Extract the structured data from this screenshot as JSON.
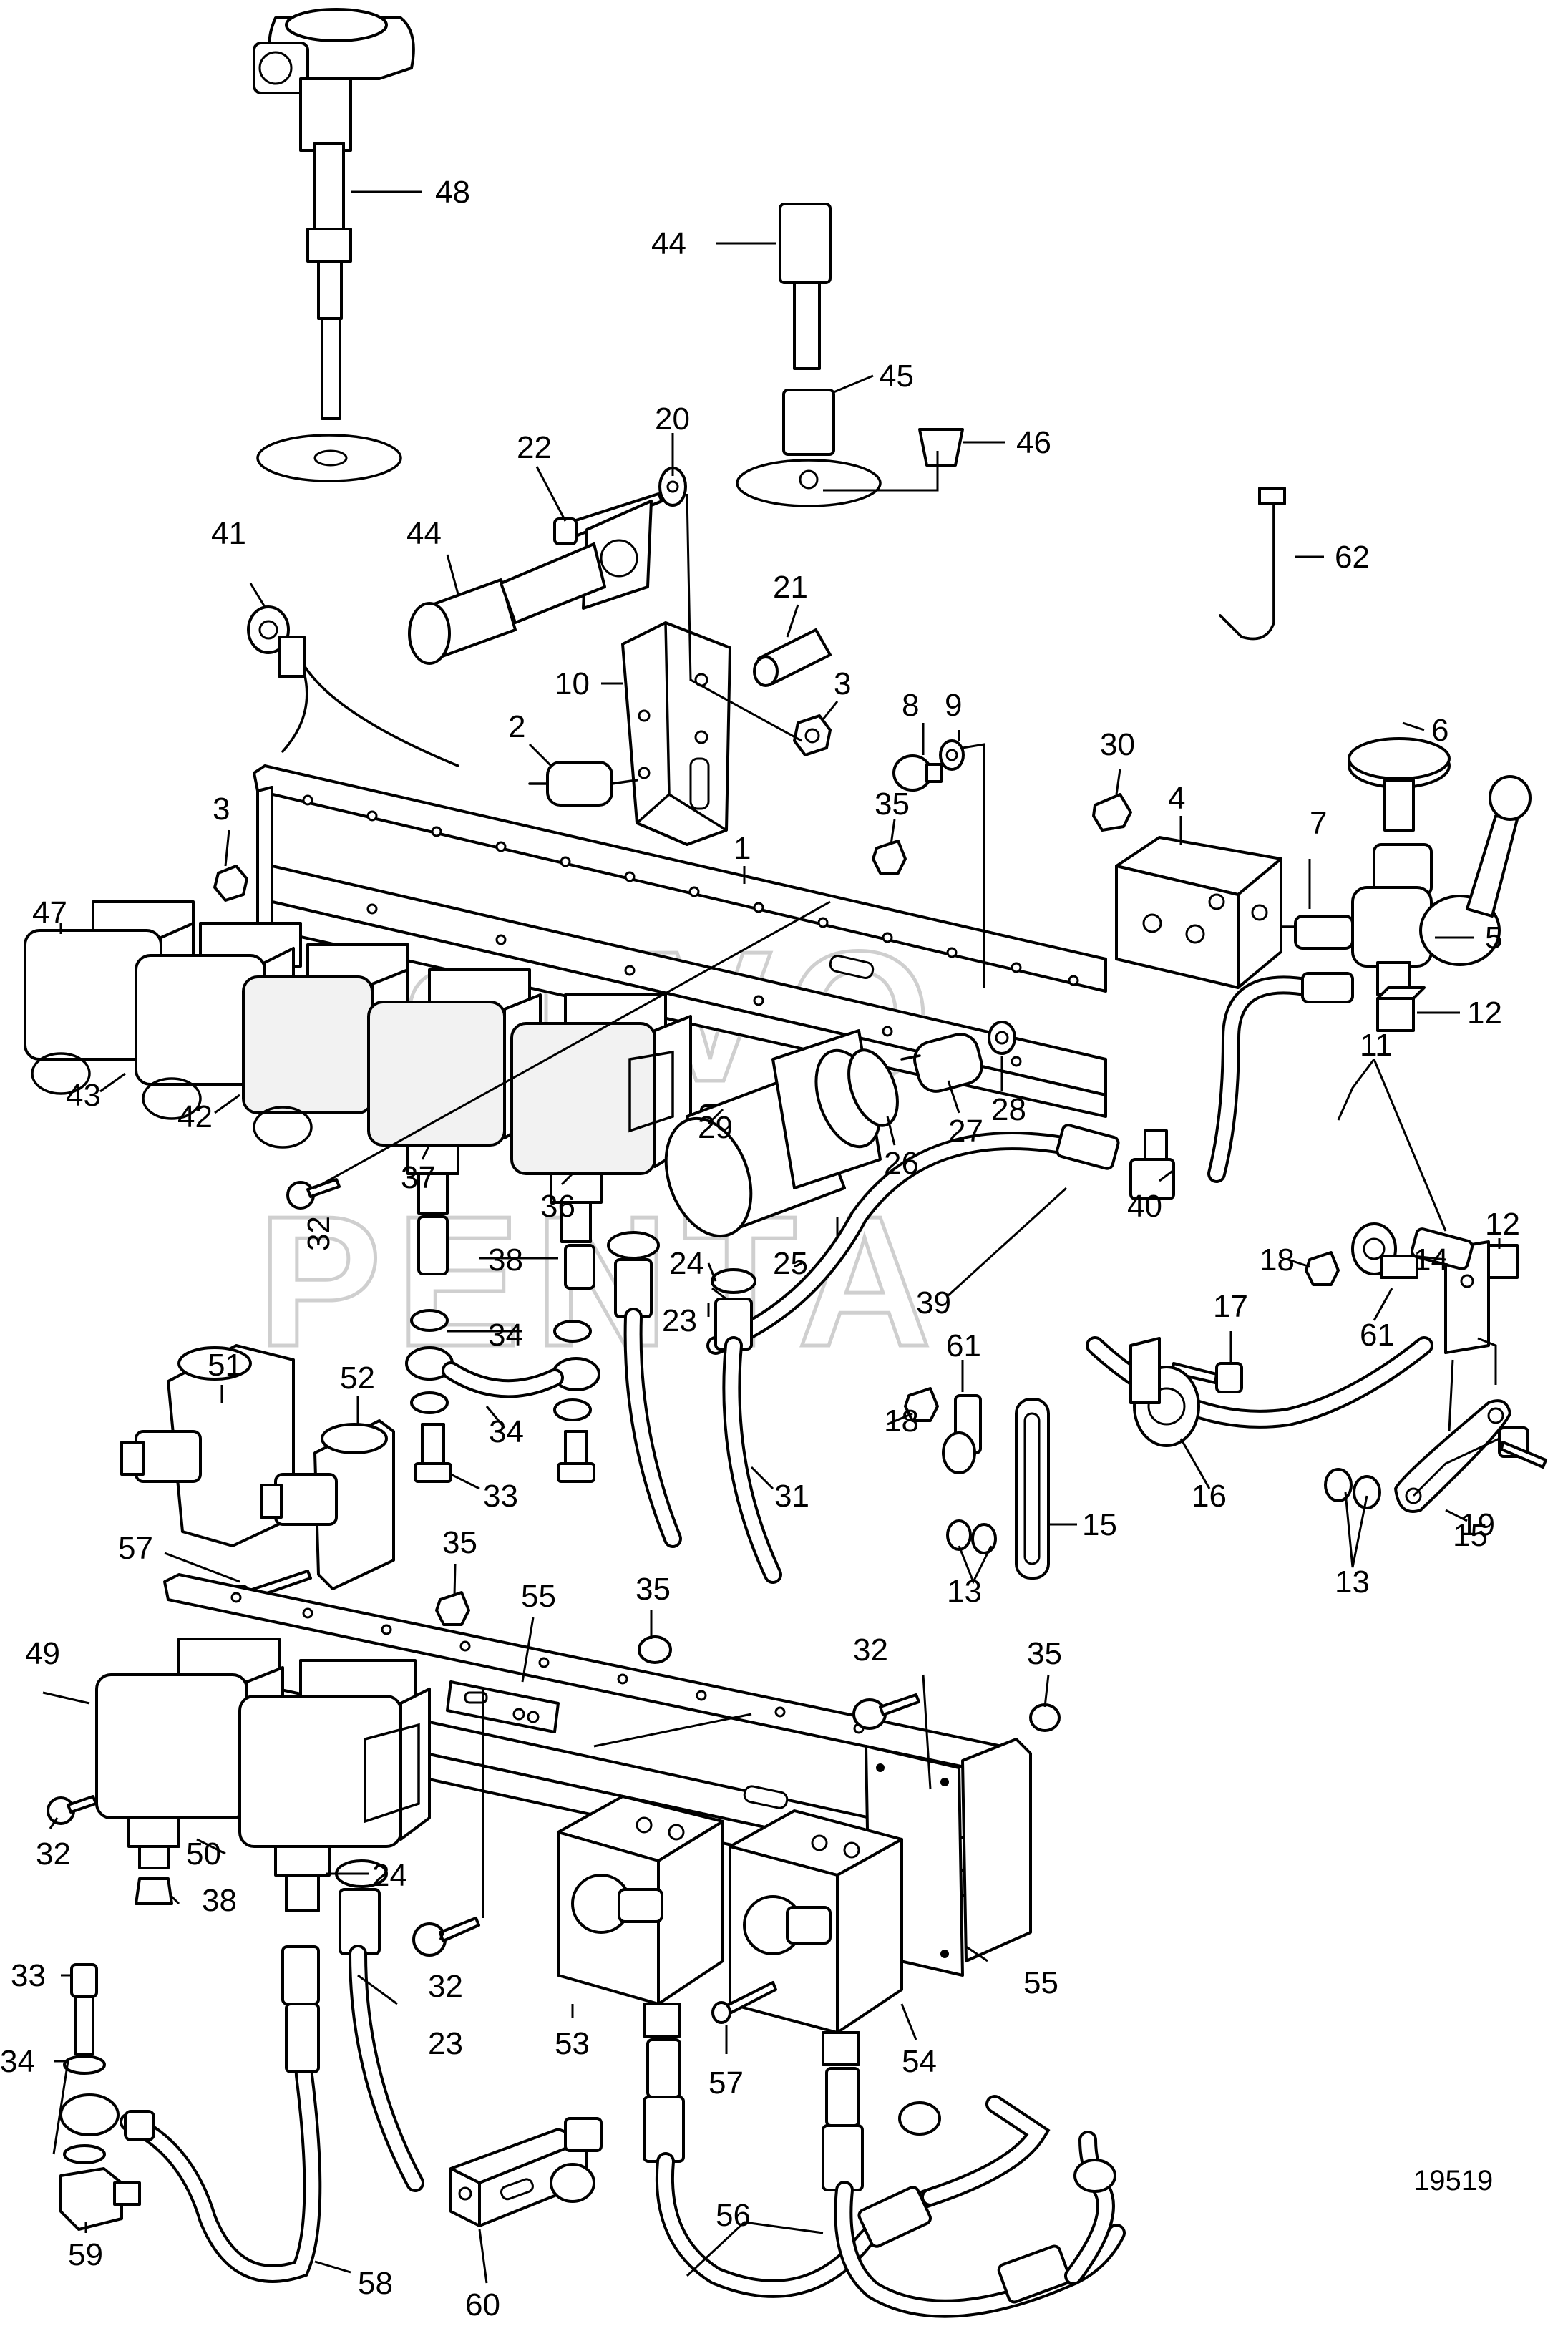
{
  "drawing_number": "19519",
  "watermark": [
    "VOLVO",
    "PENTA"
  ],
  "labels": [
    {
      "id": "48",
      "text": "48"
    },
    {
      "id": "44a",
      "text": "44"
    },
    {
      "id": "45",
      "text": "45"
    },
    {
      "id": "46",
      "text": "46"
    },
    {
      "id": "20",
      "text": "20"
    },
    {
      "id": "22",
      "text": "22"
    },
    {
      "id": "44b",
      "text": "44"
    },
    {
      "id": "41",
      "text": "41"
    },
    {
      "id": "21",
      "text": "21"
    },
    {
      "id": "62",
      "text": "62"
    },
    {
      "id": "10",
      "text": "10"
    },
    {
      "id": "3a",
      "text": "3"
    },
    {
      "id": "8",
      "text": "8"
    },
    {
      "id": "9",
      "text": "9"
    },
    {
      "id": "2",
      "text": "2"
    },
    {
      "id": "30",
      "text": "30"
    },
    {
      "id": "6",
      "text": "6"
    },
    {
      "id": "35a",
      "text": "35"
    },
    {
      "id": "4",
      "text": "4"
    },
    {
      "id": "7",
      "text": "7"
    },
    {
      "id": "3b",
      "text": "3"
    },
    {
      "id": "1",
      "text": "1"
    },
    {
      "id": "5",
      "text": "5"
    },
    {
      "id": "47",
      "text": "47"
    },
    {
      "id": "12a",
      "text": "12"
    },
    {
      "id": "11",
      "text": "11"
    },
    {
      "id": "43",
      "text": "43"
    },
    {
      "id": "42",
      "text": "42"
    },
    {
      "id": "29",
      "text": "29"
    },
    {
      "id": "28",
      "text": "28"
    },
    {
      "id": "27",
      "text": "27"
    },
    {
      "id": "26",
      "text": "26"
    },
    {
      "id": "37",
      "text": "37"
    },
    {
      "id": "36",
      "text": "36"
    },
    {
      "id": "32a",
      "text": "32"
    },
    {
      "id": "40",
      "text": "40"
    },
    {
      "id": "18a",
      "text": "18"
    },
    {
      "id": "12b",
      "text": "12"
    },
    {
      "id": "24a",
      "text": "24"
    },
    {
      "id": "25",
      "text": "25"
    },
    {
      "id": "38a",
      "text": "38"
    },
    {
      "id": "61a",
      "text": "61"
    },
    {
      "id": "14",
      "text": "14"
    },
    {
      "id": "23a",
      "text": "23"
    },
    {
      "id": "39",
      "text": "39"
    },
    {
      "id": "17",
      "text": "17"
    },
    {
      "id": "34a",
      "text": "34"
    },
    {
      "id": "61b",
      "text": "61"
    },
    {
      "id": "51",
      "text": "51"
    },
    {
      "id": "52",
      "text": "52"
    },
    {
      "id": "34b",
      "text": "34"
    },
    {
      "id": "18b",
      "text": "18"
    },
    {
      "id": "16",
      "text": "16"
    },
    {
      "id": "33a",
      "text": "33"
    },
    {
      "id": "31",
      "text": "31"
    },
    {
      "id": "19",
      "text": "19"
    },
    {
      "id": "13a",
      "text": "13"
    },
    {
      "id": "15a",
      "text": "15"
    },
    {
      "id": "15b",
      "text": "15"
    },
    {
      "id": "57a",
      "text": "57"
    },
    {
      "id": "35b",
      "text": "35"
    },
    {
      "id": "13b",
      "text": "13"
    },
    {
      "id": "55a",
      "text": "55"
    },
    {
      "id": "35c",
      "text": "35"
    },
    {
      "id": "49",
      "text": "49"
    },
    {
      "id": "32b",
      "text": "32"
    },
    {
      "id": "35d",
      "text": "35"
    },
    {
      "id": "32c",
      "text": "32"
    },
    {
      "id": "50",
      "text": "50"
    },
    {
      "id": "24b",
      "text": "24"
    },
    {
      "id": "38b",
      "text": "38"
    },
    {
      "id": "55b",
      "text": "55"
    },
    {
      "id": "32d",
      "text": "32"
    },
    {
      "id": "33b",
      "text": "33"
    },
    {
      "id": "23b",
      "text": "23"
    },
    {
      "id": "53",
      "text": "53"
    },
    {
      "id": "54",
      "text": "54"
    },
    {
      "id": "34c",
      "text": "34"
    },
    {
      "id": "57b",
      "text": "57"
    },
    {
      "id": "59",
      "text": "59"
    },
    {
      "id": "56",
      "text": "56"
    },
    {
      "id": "58",
      "text": "58"
    },
    {
      "id": "60",
      "text": "60"
    }
  ]
}
